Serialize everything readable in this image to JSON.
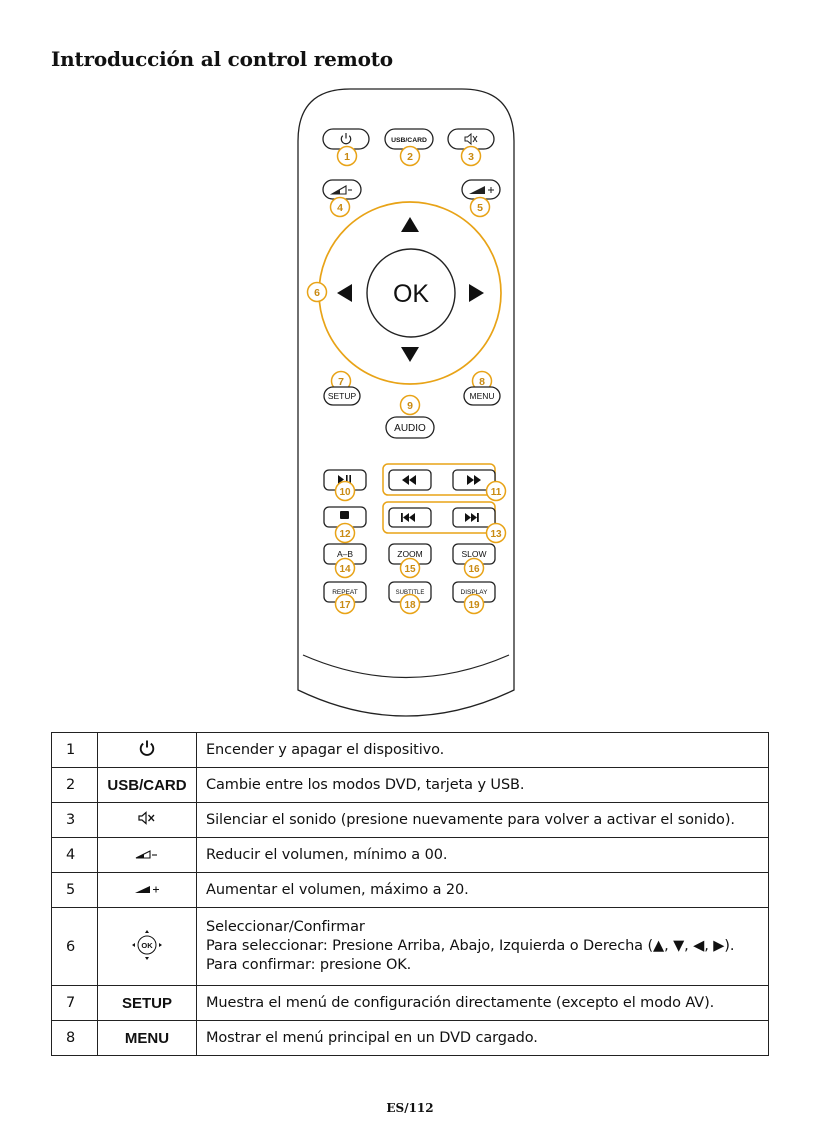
{
  "page": {
    "title": "Introducción al control remoto",
    "footer": "ES/112"
  },
  "remote": {
    "buttons": {
      "usb_card": "USB/CARD",
      "ok": "OK",
      "setup": "SETUP",
      "menu": "MENU",
      "audio": "AUDIO",
      "ab": "A–B",
      "zoom": "ZOOM",
      "slow": "SLOW",
      "repeat": "REPEAT",
      "subtitle": "SUBTITLE",
      "display": "DISPLAY"
    },
    "callouts": [
      "1",
      "2",
      "3",
      "4",
      "5",
      "6",
      "7",
      "8",
      "9",
      "10",
      "11",
      "12",
      "13",
      "14",
      "15",
      "16",
      "17",
      "18",
      "19"
    ],
    "accent_color": "#e8a317"
  },
  "legend": {
    "rows": [
      {
        "num": "1",
        "key": "",
        "icon": "power-icon",
        "desc": [
          "Encender y apagar el dispositivo."
        ]
      },
      {
        "num": "2",
        "key": "USB/CARD",
        "icon": "",
        "desc": [
          "Cambie entre los modos DVD, tarjeta y USB."
        ]
      },
      {
        "num": "3",
        "key": "",
        "icon": "mute-icon",
        "desc": [
          "Silenciar el sonido (presione nuevamente para volver a activar el sonido)."
        ]
      },
      {
        "num": "4",
        "key": "",
        "icon": "volume-down-icon",
        "desc": [
          "Reducir el volumen, mínimo a 00."
        ]
      },
      {
        "num": "5",
        "key": "",
        "icon": "volume-up-icon",
        "desc": [
          "Aumentar el volumen, máximo a 20."
        ]
      },
      {
        "num": "6",
        "key": "",
        "icon": "ok-navigation-icon",
        "key_label": "OK",
        "desc": [
          "Seleccionar/Confirmar",
          "Para seleccionar: Presione Arriba, Abajo, Izquierda o Derecha (▲, ▼, ◀, ▶).",
          "Para confirmar: presione OK."
        ]
      },
      {
        "num": "7",
        "key": "SETUP",
        "icon": "",
        "desc": [
          "Muestra el menú de configuración directamente (excepto el modo AV)."
        ]
      },
      {
        "num": "8",
        "key": "MENU",
        "icon": "",
        "desc": [
          "Mostrar el menú principal en un DVD cargado."
        ]
      }
    ]
  }
}
